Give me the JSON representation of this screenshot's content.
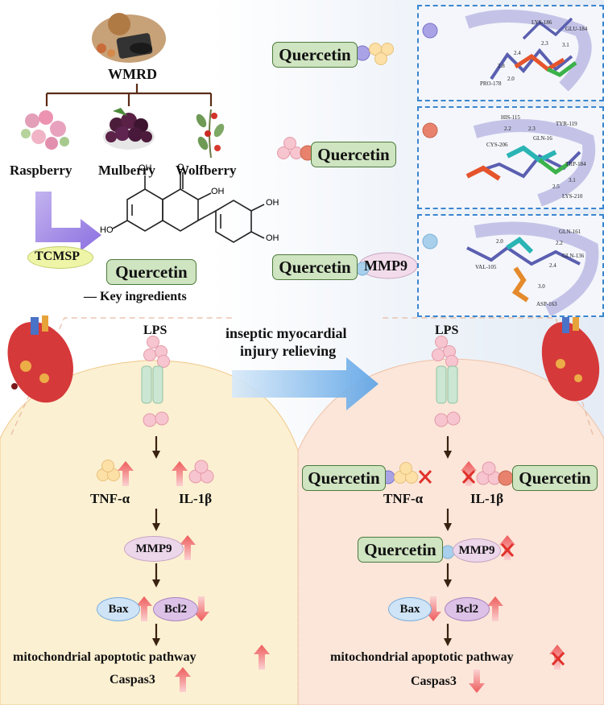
{
  "top": {
    "wmrd": "WMRD",
    "herbs": [
      "Raspberry",
      "Mulberry",
      "Wolfberry"
    ],
    "tcmsp": "TCMSP",
    "quercetin": "Quercetin",
    "key_ingredients": "— Key ingredients",
    "oh": "OH",
    "ho": "HO",
    "o": "O"
  },
  "docking": {
    "quercetin": "Quercetin",
    "mmp9": "MMP9",
    "rows": [
      {
        "labels": [
          "LYS-186",
          "GLU-184",
          "PRO-178",
          "2.3",
          "3.1",
          "2.0",
          "2.8",
          "2.4"
        ]
      },
      {
        "labels": [
          "HIS-115",
          "TYR-119",
          "CYS-206",
          "GLN-16",
          "TRP-184",
          "LYS-210",
          "2.2",
          "2.3",
          "3.1",
          "2.5"
        ]
      },
      {
        "labels": [
          "GLN-161",
          "GLN-136",
          "VAL-105",
          "ASP-163",
          "2.0",
          "2.2",
          "2.4",
          "3.0"
        ]
      }
    ]
  },
  "middle": {
    "arrow_text_1": "inseptic myocardial",
    "arrow_text_2": "injury relieving",
    "lps": "LPS"
  },
  "left_panel": {
    "tnf": "TNF-α",
    "il1b": "IL-1β",
    "mmp9": "MMP9",
    "bax": "Bax",
    "bcl2": "Bcl2",
    "pathway": "mitochondrial apoptotic pathway",
    "caspas": "Caspas3"
  },
  "right_panel": {
    "quercetin": "Quercetin",
    "tnf": "TNF-α",
    "il1b": "IL-1β",
    "mmp9": "MMP9",
    "bax": "Bax",
    "bcl2": "Bcl2",
    "pathway": "mitochondrial apoptotic pathway",
    "caspas": "Caspas3"
  },
  "colors": {
    "quercetin_fill": "#cfe4c1",
    "purple_dot": "#a9a3e6",
    "orange_dot": "#e8826c",
    "blue_dot": "#a8d0ec",
    "left_bg": "#fcf1d6",
    "right_bg": "#fbe8dc",
    "up_arrow": "#f06f6f",
    "cross": "#e0312a"
  }
}
